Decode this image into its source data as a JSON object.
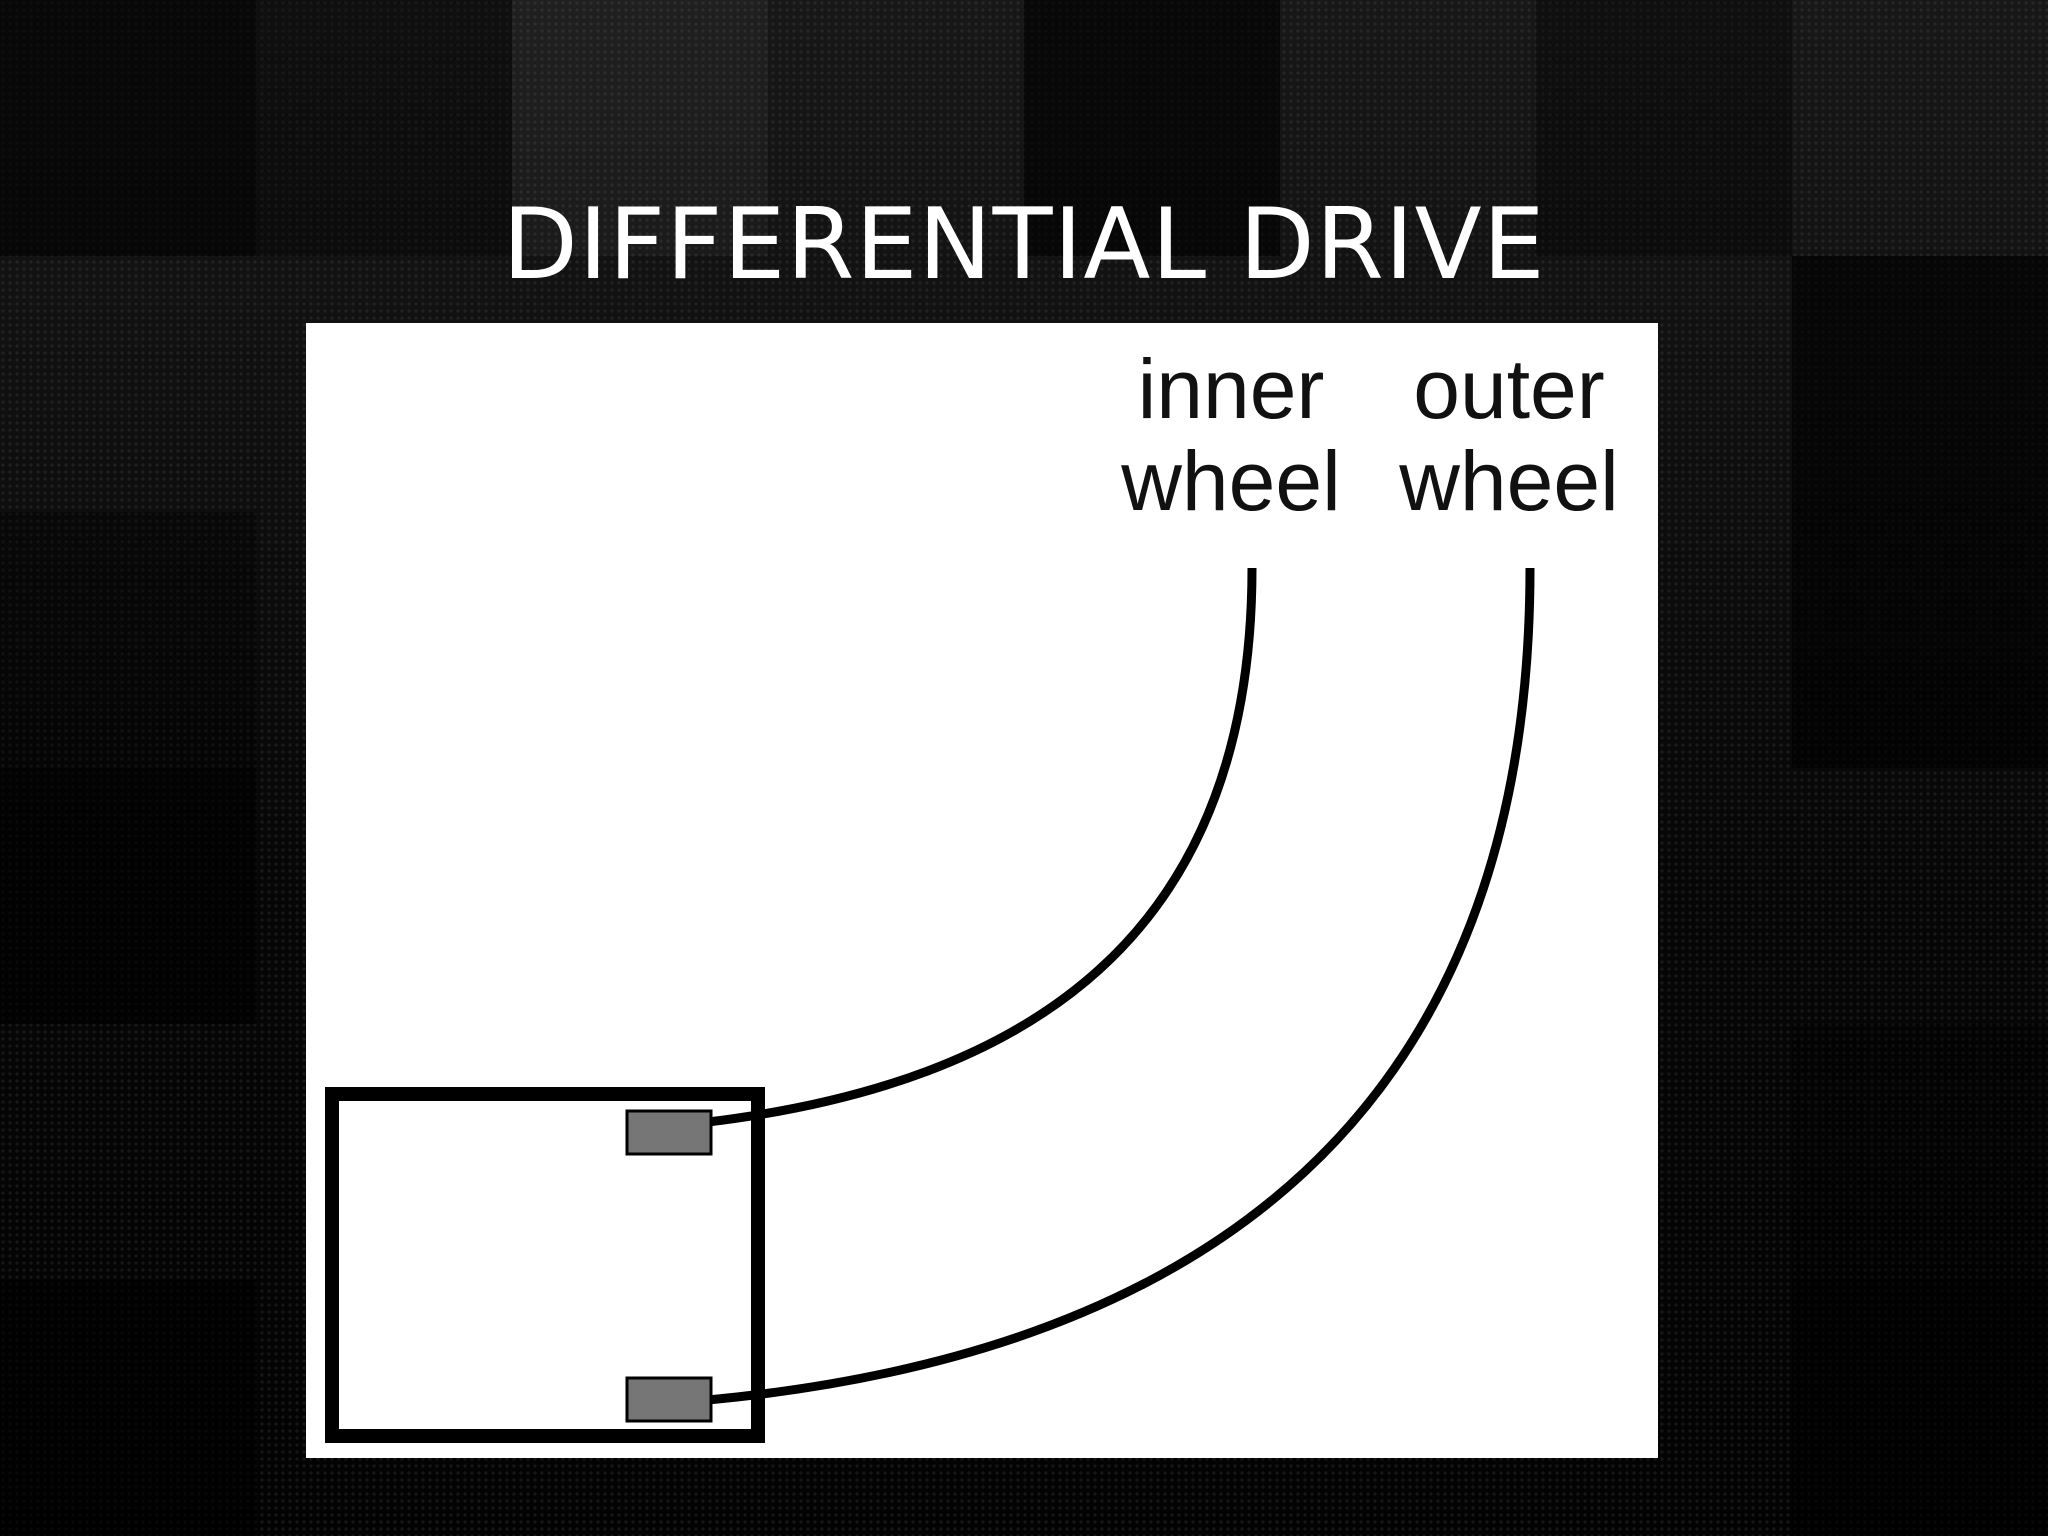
{
  "slide": {
    "title": "DIFFERENTIAL DRIVE"
  },
  "diagram": {
    "labels": {
      "inner_line1": "inner",
      "inner_line2": "wheel",
      "outer_line1": "outer",
      "outer_line2": "wheel"
    },
    "colors": {
      "background": "#ffffff",
      "stroke": "#000000",
      "wheel_fill": "#767676"
    }
  }
}
